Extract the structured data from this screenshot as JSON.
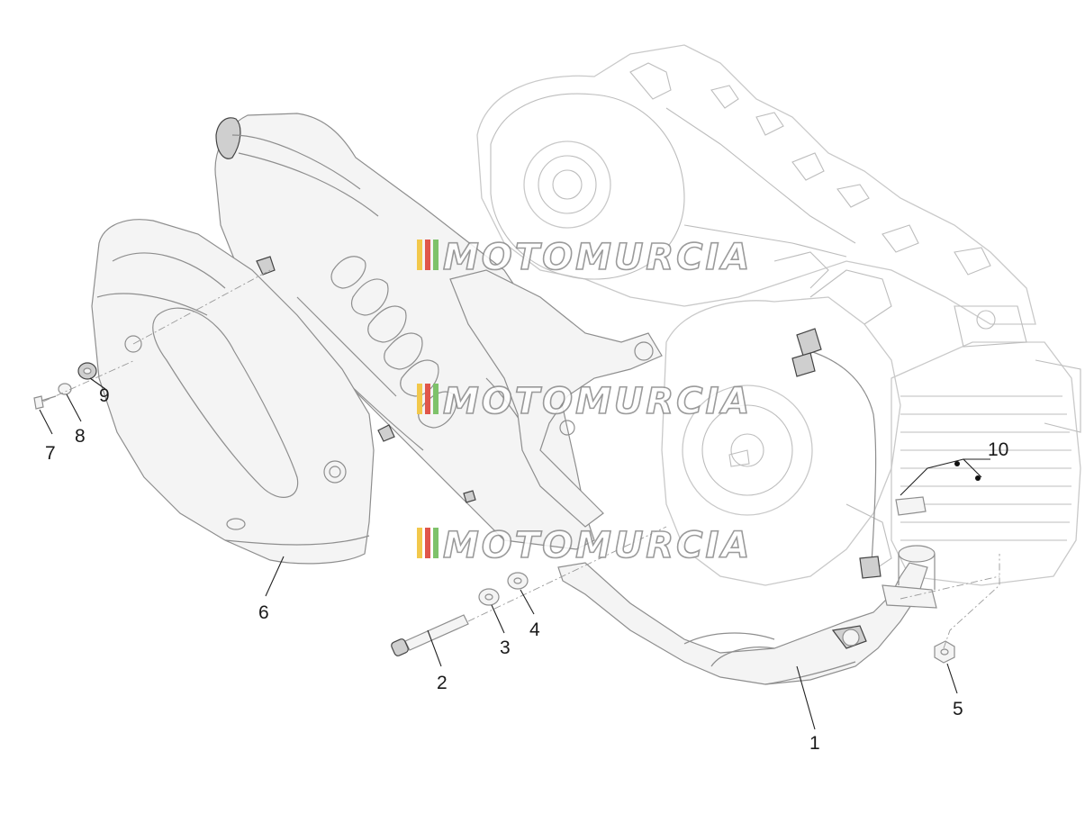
{
  "diagram": {
    "watermark_text": "MOTOMURCIA",
    "watermark_colors": [
      "#f2c84b",
      "#e0564a",
      "#7ec26a"
    ],
    "callouts": [
      {
        "id": "1",
        "label": "1"
      },
      {
        "id": "2",
        "label": "2"
      },
      {
        "id": "3",
        "label": "3"
      },
      {
        "id": "4",
        "label": "4"
      },
      {
        "id": "5",
        "label": "5"
      },
      {
        "id": "6",
        "label": "6"
      },
      {
        "id": "7",
        "label": "7"
      },
      {
        "id": "8",
        "label": "8"
      },
      {
        "id": "9",
        "label": "9"
      },
      {
        "id": "10",
        "label": "10"
      }
    ]
  }
}
